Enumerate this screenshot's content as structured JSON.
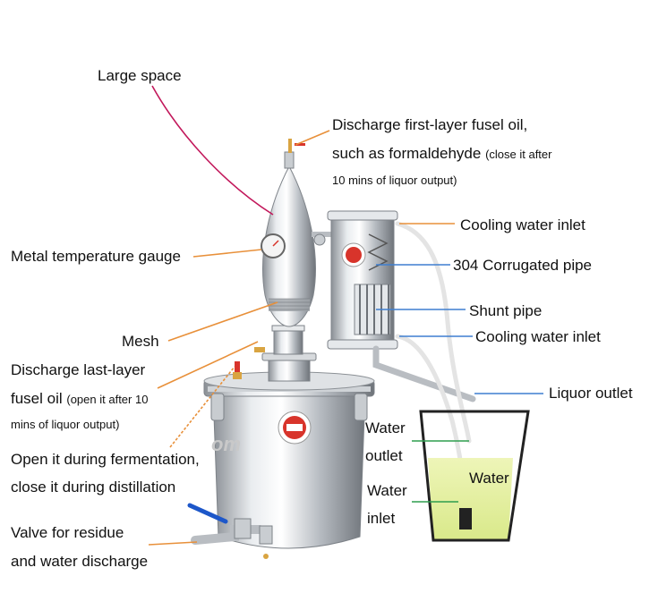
{
  "labels": {
    "large_space": "Large space",
    "discharge_first_1": "Discharge first-layer fusel oil,",
    "discharge_first_2": "such as formaldehyde",
    "discharge_first_note_a": "(close it after",
    "discharge_first_note_b": "10 mins of liquor output)",
    "cooling_inlet_top": "Cooling water inlet",
    "temp_gauge": "Metal temperature gauge",
    "corrugated": "304 Corrugated pipe",
    "shunt": "Shunt pipe",
    "cooling_inlet_bottom": "Cooling water inlet",
    "mesh": "Mesh",
    "liquor_outlet": "Liquor outlet",
    "discharge_last_1": "Discharge last-layer",
    "discharge_last_2": "fusel oil",
    "discharge_last_note_a": "(open it after 10",
    "discharge_last_note_b": "mins of liquor output)",
    "water_outlet_1": "Water",
    "water_outlet_2": "outlet",
    "water_in_bucket": "Water",
    "water_inlet_1": "Water",
    "water_inlet_2": "inlet",
    "fermentation_1": "Open it during fermentation,",
    "fermentation_2": "close it during distillation",
    "valve_1": "Valve for residue",
    "valve_2": "and water discharge"
  },
  "watermark": "om",
  "colors": {
    "leader_orange": "#e8903a",
    "leader_magenta": "#c2185b",
    "leader_blue": "#3f7fd0",
    "leader_green": "#2e9e4e",
    "steel": "#b8bcc2",
    "water": "#e6f0a0",
    "red_valve": "#d8342b"
  }
}
